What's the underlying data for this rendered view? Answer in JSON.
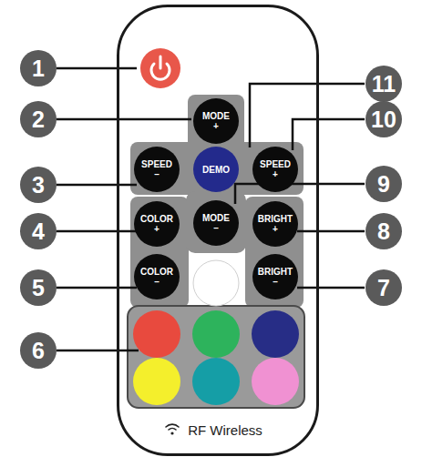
{
  "diagram": {
    "nodes": [
      {
        "text": [
          "RF Wireless"
        ]
      },
      {
        "text": [
          "MODE +"
        ],
        "in": 0
      },
      {
        "text": [
          "SPEED –"
        ],
        "in": 0
      },
      {
        "text": [
          "DEMO"
        ],
        "in": 0
      },
      {
        "text": [
          "SPEED +"
        ],
        "in": 0
      },
      {
        "text": [
          "COLOR +"
        ],
        "in": 0
      },
      {
        "text": [
          "MODE –"
        ],
        "in": 0
      },
      {
        "text": [
          "BRIGHT +"
        ],
        "in": 0
      },
      {
        "text": [
          "COLOR –"
        ],
        "in": 0
      },
      {
        "text": [
          "BRIGHT –"
        ],
        "in": 0
      }
    ],
    "labels": [
      "1",
      "2",
      "3",
      "4",
      "5",
      "6",
      "11",
      "10",
      "9",
      "8",
      "7"
    ]
  }
}
